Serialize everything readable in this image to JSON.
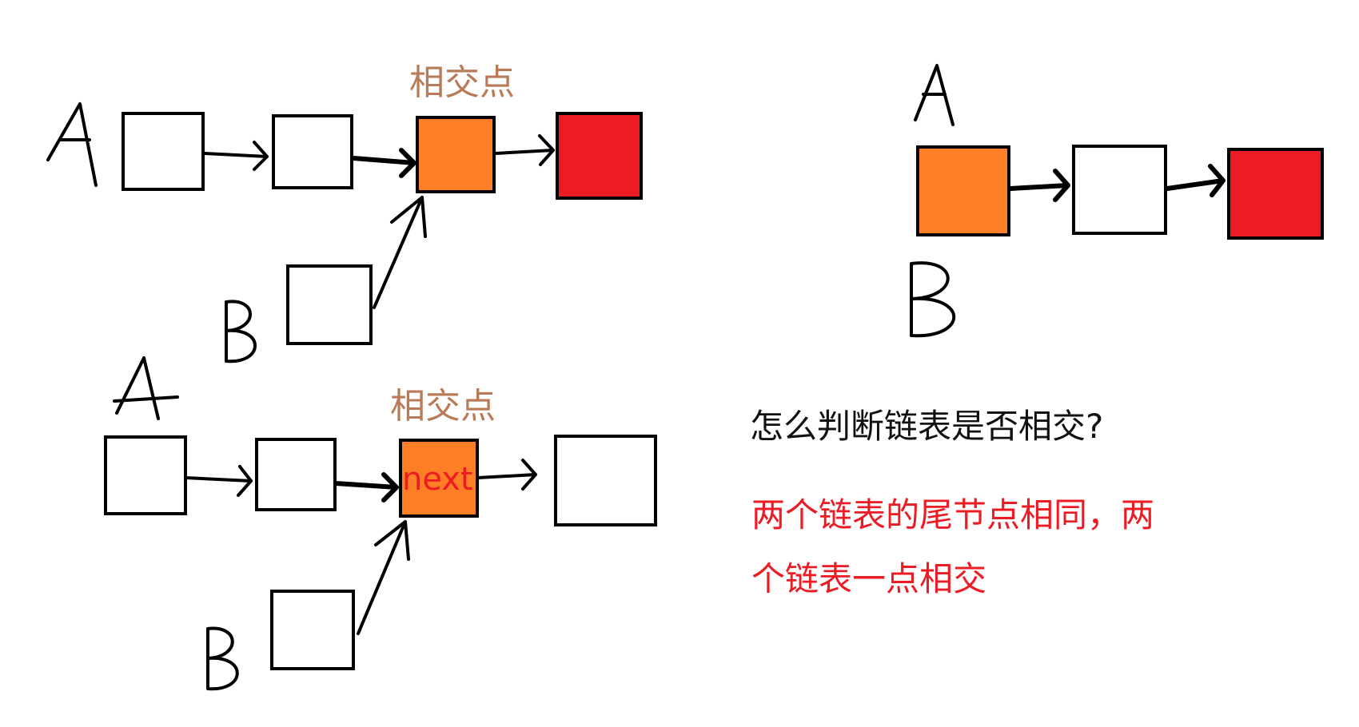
{
  "colors": {
    "white_node": "#ffffff",
    "orange_node": "#ff7f27",
    "red_node": "#ed1c24",
    "label_brown": "#b97a57",
    "text_red": "#ed1c24",
    "text_black": "#111111"
  },
  "diagrams": {
    "top_left": {
      "intersection_label": "相交点",
      "list_a_label": "A",
      "list_b_label": "B"
    },
    "bottom_left": {
      "intersection_label": "相交点",
      "node_field_label": "next",
      "list_a_label": "A",
      "list_b_label": "B"
    },
    "right": {
      "list_a_label": "A",
      "list_b_label": "B"
    }
  },
  "question": "怎么判断链表是否相交?",
  "answer": {
    "line_1": "两个链表的尾节点相同，两",
    "line_2": "个链表一点相交"
  }
}
